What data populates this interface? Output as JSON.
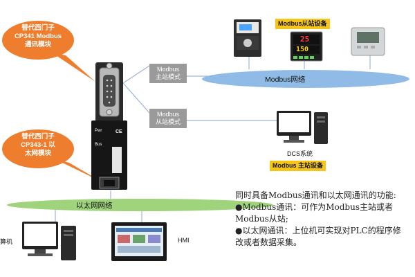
{
  "callouts": {
    "top": [
      "替代西门子",
      "CP341 Modbus",
      "通讯模块"
    ],
    "bottom": [
      "替代西门子",
      "CP343-1 以",
      "太网模块"
    ]
  },
  "mode_boxes": {
    "master": [
      "Modbus",
      "主站模式"
    ],
    "slave": [
      "Modbus",
      "从站模式"
    ]
  },
  "networks": {
    "modbus": "Modbus网络",
    "ethernet": "以太网网络"
  },
  "tags": {
    "slave_devices": "Modbus从站设备",
    "master_device": "Modbus 主站设备"
  },
  "device_labels": {
    "dcs": "DCS系统",
    "hmi": "HMI",
    "computer": "算机"
  },
  "module": {
    "pwr": "Pwr",
    "bus": "Bus",
    "ce": "CE"
  },
  "controller": {
    "temp_top": "25",
    "temp_bottom": "150"
  },
  "description": [
    "同时具备Modbus通讯和以太网通讯的功能:",
    "●Modbus通讯：可作为Modbus主站或者",
    "Modbus从站;",
    "●以太网通讯：上位机可实现对PLC的程序修",
    "改或者数据采集。"
  ]
}
